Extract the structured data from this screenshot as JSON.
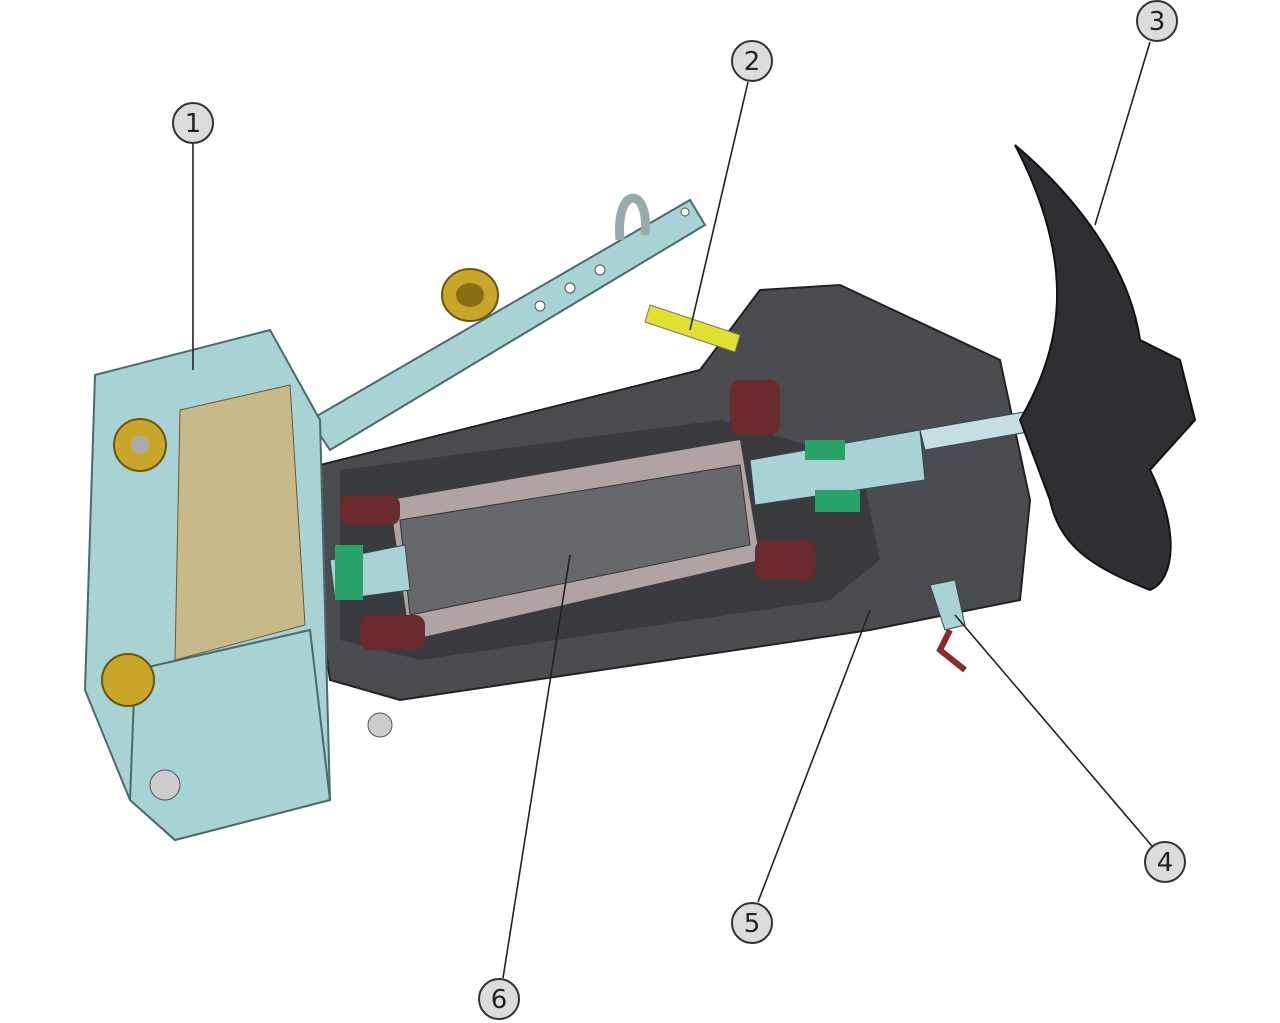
{
  "diagram": {
    "callouts": [
      {
        "label": "1"
      },
      {
        "label": "2"
      },
      {
        "label": "3"
      },
      {
        "label": "4"
      },
      {
        "label": "5"
      },
      {
        "label": "6"
      }
    ],
    "colors": {
      "bracket": "#a8d2d4",
      "motor_housing": "#4a4c50",
      "stator": "#6b6c70",
      "winding": "#6b2a2e",
      "propeller": "#2e2f33",
      "bearing": "#2aa36a",
      "cable_gland": "#c9a62a",
      "cable": "#e0e030",
      "callout_fill": "#dcdcdc"
    }
  }
}
